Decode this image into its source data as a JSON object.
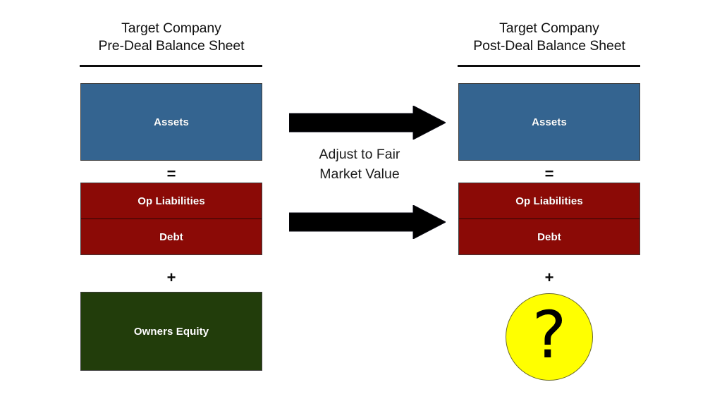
{
  "diagram": {
    "title_left": {
      "line1": "Target Company",
      "line2": "Pre-Deal Balance Sheet"
    },
    "title_right": {
      "line1": "Target Company",
      "line2": "Post-Deal Balance Sheet"
    },
    "center": {
      "caption_line1": "Adjust to Fair",
      "caption_line2": "Market Value",
      "arrow_top_name": "arrow-right-icon",
      "arrow_bottom_name": "arrow-right-icon"
    },
    "pre_deal": {
      "assets_label": "Assets",
      "equals_symbol": "=",
      "op_liabilities_label": "Op Liabilities",
      "debt_label": "Debt",
      "plus_symbol": "+",
      "equity_label": "Owners Equity"
    },
    "post_deal": {
      "assets_label": "Assets",
      "equals_symbol": "=",
      "op_liabilities_label": "Op Liabilities",
      "debt_label": "Debt",
      "plus_symbol": "+",
      "equity_unknown_glyph": "?"
    },
    "colors": {
      "assets_blue": "#346490",
      "liabilities_red": "#8B0A06",
      "equity_green": "#223D0B",
      "unknown_yellow": "#FFFF00",
      "arrow_black": "#000000",
      "background": "#FFFFFF"
    }
  }
}
